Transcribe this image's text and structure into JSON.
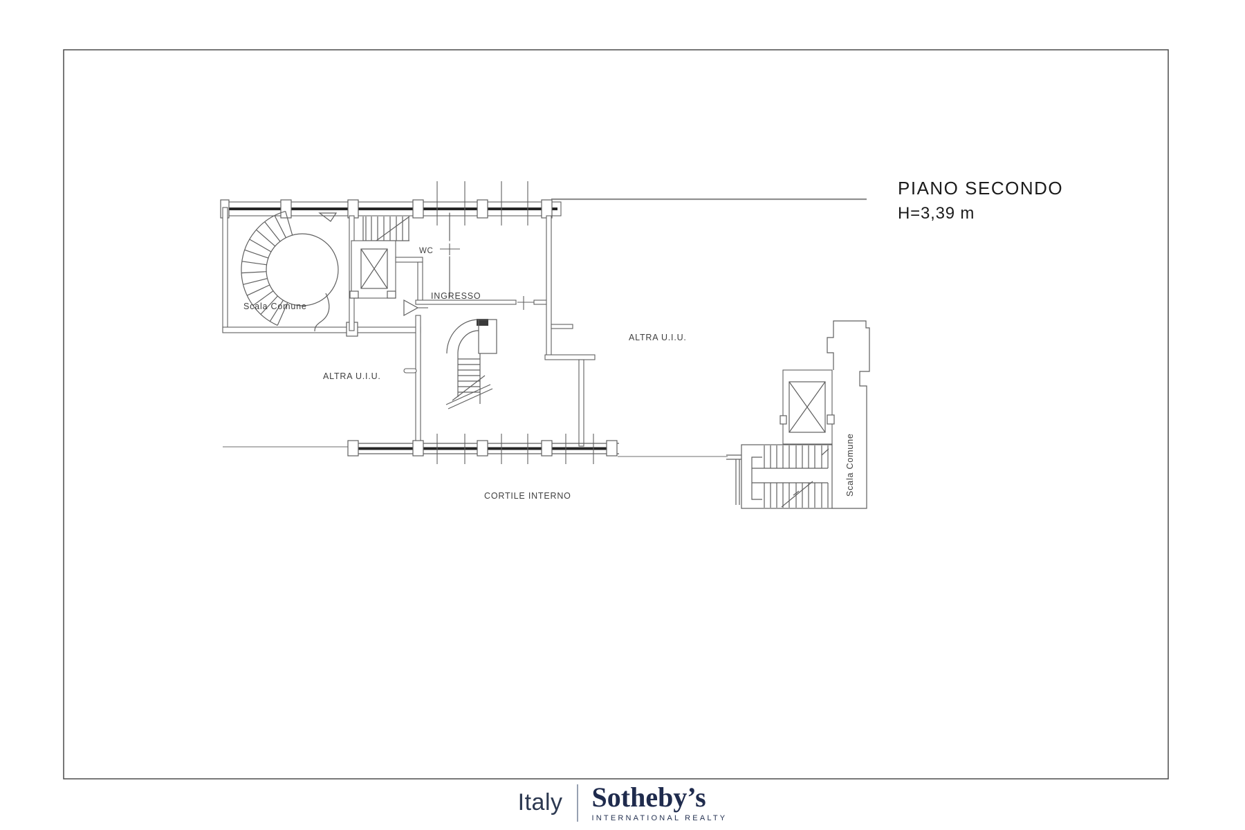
{
  "page": {
    "background": "#ffffff",
    "frame_color": "#4a4a4a"
  },
  "title": {
    "floor": "PIANO SECONDO",
    "height": "H=3,39 m"
  },
  "plan": {
    "line_color": "#5f5f5f",
    "wall_color": "#262626",
    "labels": {
      "scala_comune_left": "Scala Comune",
      "wc": "WC",
      "ingresso": "INGRESSO",
      "altra_uiu_left": "ALTRA U.I.U.",
      "altra_uiu_right": "ALTRA U.I.U.",
      "cortile_interno": "CORTILE INTERNO",
      "scala_comune_right": "Scala Comune"
    }
  },
  "footer": {
    "region": "Italy",
    "brand": "Sotheby’s",
    "tagline": "INTERNATIONAL REALTY",
    "brand_color": "#1f2b4d"
  }
}
